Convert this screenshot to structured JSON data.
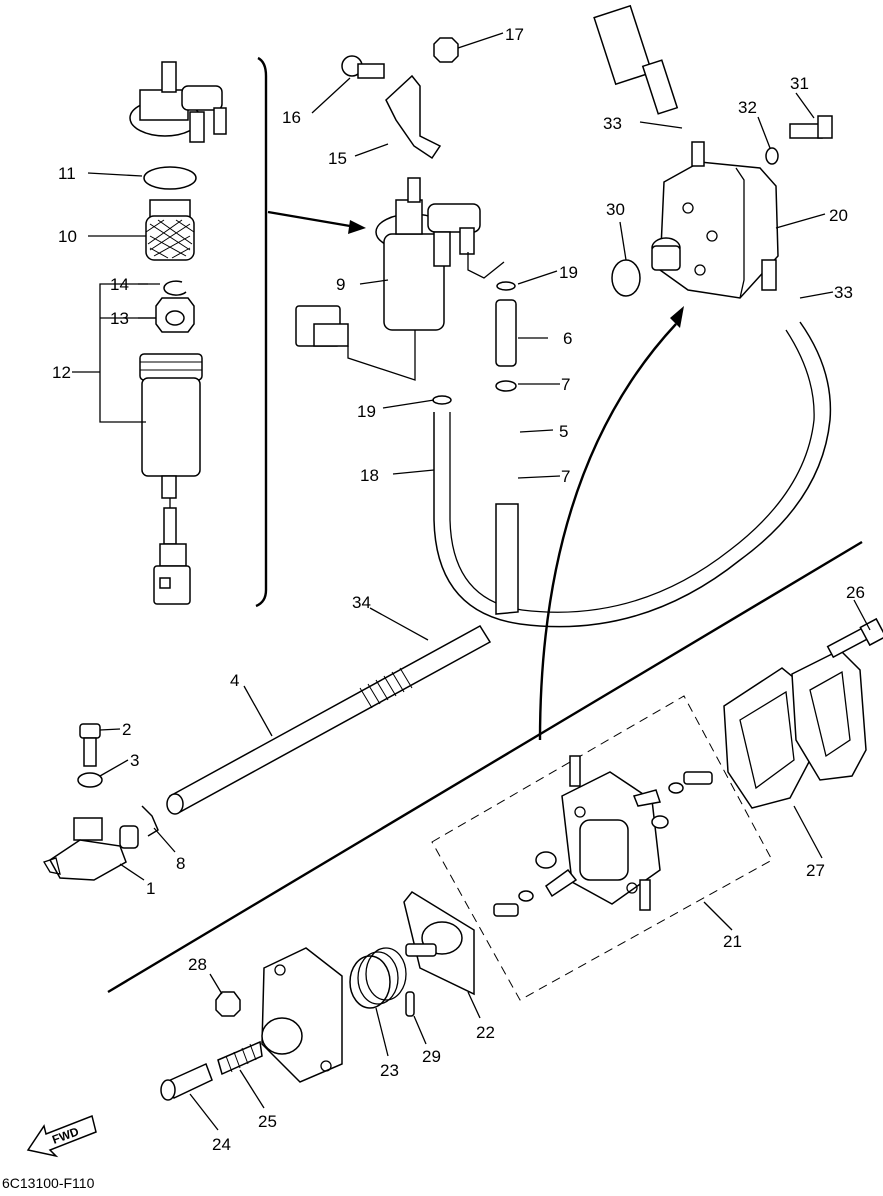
{
  "diagram": {
    "drawing_code": "6C13100-F110",
    "direction_label": "FWD",
    "callouts": [
      "1",
      "2",
      "3",
      "4",
      "5",
      "6",
      "7",
      "7",
      "8",
      "9",
      "10",
      "11",
      "12",
      "13",
      "14",
      "15",
      "16",
      "17",
      "18",
      "19",
      "19",
      "20",
      "21",
      "22",
      "23",
      "24",
      "25",
      "26",
      "27",
      "28",
      "29",
      "30",
      "31",
      "32",
      "33",
      "33",
      "34"
    ]
  }
}
